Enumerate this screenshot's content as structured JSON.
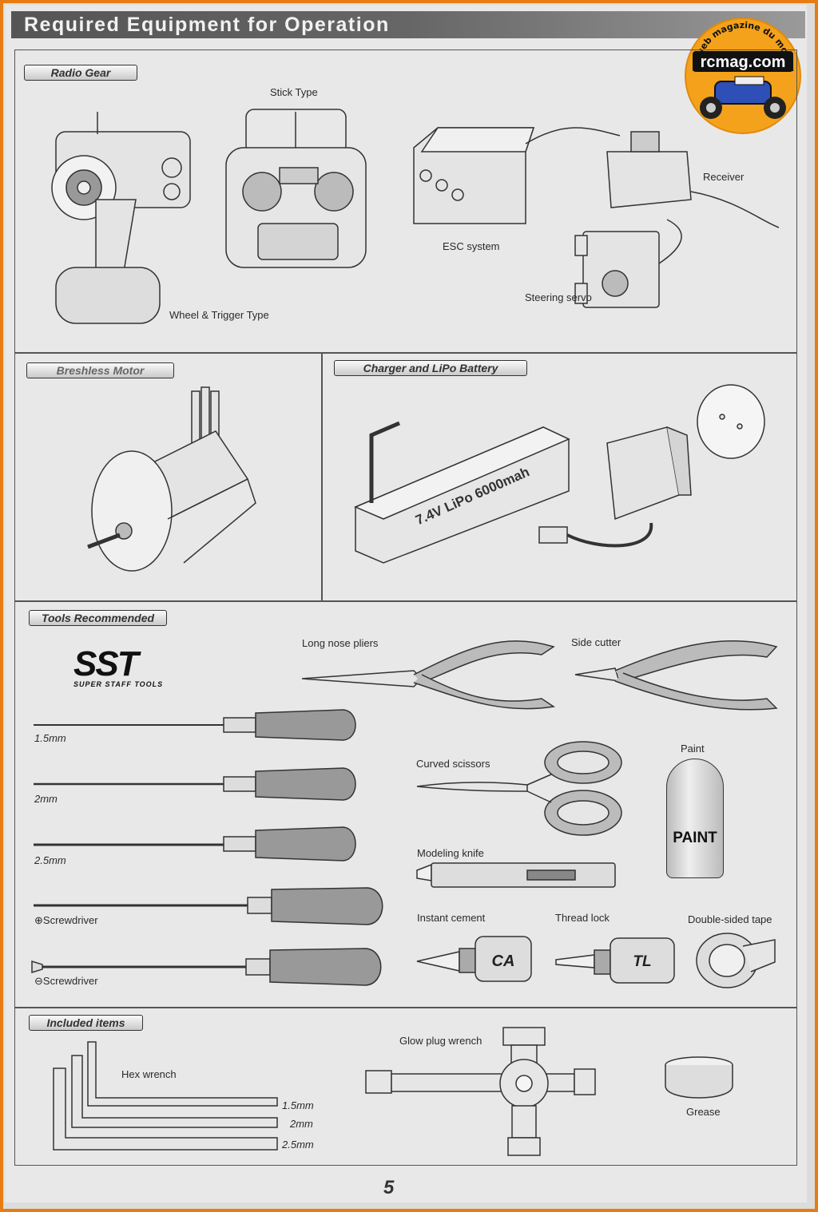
{
  "page": {
    "title": "Required Equipment for Operation",
    "page_number": "5"
  },
  "watermark": {
    "site": "rcmag.com",
    "tagline": "Le web magazine du modelisme"
  },
  "sections": {
    "radio_gear": {
      "label": "Radio Gear",
      "captions": {
        "stick": "Stick Type",
        "wheel": "Wheel & Trigger Type",
        "esc": "ESC system",
        "receiver": "Receiver",
        "servo": "Steering servo"
      }
    },
    "motor": {
      "label": "Breshless Motor"
    },
    "charger": {
      "label": "Charger and LiPo Battery",
      "battery_text": "7.4V LiPo 6000mah"
    },
    "tools": {
      "label": "Tools Recommended",
      "brand": "SST",
      "brand_sub": "SUPER STAFF TOOLS",
      "captions": {
        "long_nose": "Long nose pliers",
        "side_cutter": "Side cutter",
        "scissors": "Curved scissors",
        "knife": "Modeling knife",
        "paint": "Paint",
        "paint_can": "PAINT",
        "cement": "Instant cement",
        "cement_bottle": "CA",
        "thread": "Thread lock",
        "thread_bottle": "TL",
        "tape": "Double-sided tape"
      },
      "drivers": [
        "1.5mm",
        "2mm",
        "2.5mm",
        "⊕Screwdriver",
        "⊖Screwdriver"
      ]
    },
    "included": {
      "label": "Included items",
      "captions": {
        "glow": "Glow plug wrench",
        "hex": "Hex wrench",
        "grease": "Grease"
      },
      "hex_sizes": [
        "1.5mm",
        "2mm",
        "2.5mm"
      ]
    }
  },
  "colors": {
    "frame": "#e77d12",
    "logo_bg": "#f4a21b"
  }
}
